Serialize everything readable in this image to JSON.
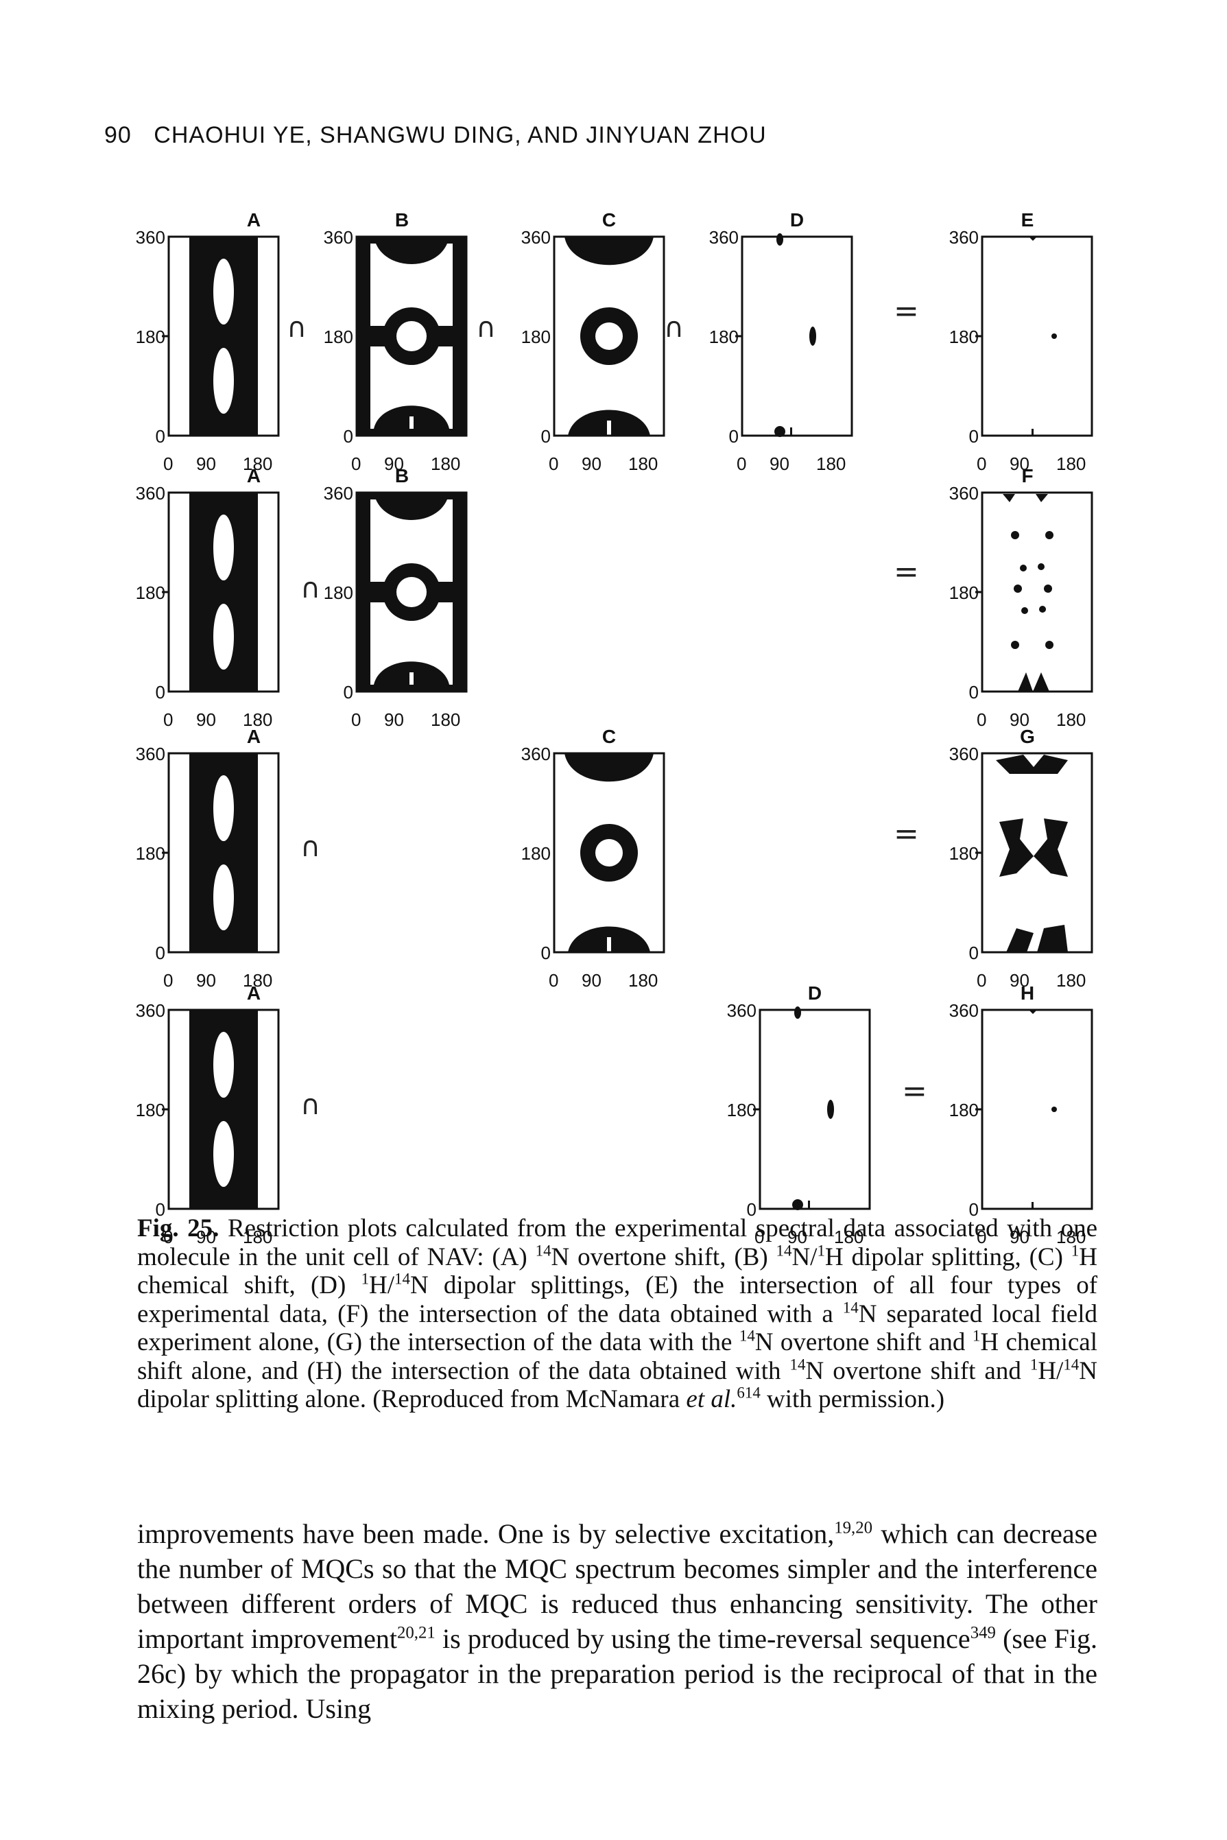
{
  "header": {
    "page_number": "90",
    "authors": "CHAOHUI YE, SHANGWU DING, AND JINYUAN ZHOU"
  },
  "axes": {
    "y_ticks": [
      "360",
      "180",
      "0"
    ],
    "x_ticks": [
      "0",
      "90",
      "180"
    ]
  },
  "panel_labels": {
    "A": "A",
    "B": "B",
    "C": "C",
    "D": "D",
    "E": "E",
    "F": "F",
    "G": "G",
    "H": "H"
  },
  "operators": {
    "intersection": "∩",
    "equals": "="
  },
  "caption": {
    "fig_label": "Fig. 25.",
    "text_1": " Restriction plots calculated from the experimental spectral data associated with one molecule in the unit cell of NAV: (A) ",
    "sup_14a": "14",
    "text_2": "N overtone shift, (B) ",
    "sup_14b": "14",
    "text_3": "N/",
    "sup_1a": "1",
    "text_4": "H dipolar splitting, (C) ",
    "sup_1b": "1",
    "text_5": "H chemical shift, (D) ",
    "sup_1c": "1",
    "text_6": "H/",
    "sup_14c": "14",
    "text_7": "N dipolar splittings, (E) the intersection of all four types of experimental data, (F) the intersection of the data obtained with a ",
    "sup_14d": "14",
    "text_8": "N separated local field experiment alone, (G) the intersection of the data with the ",
    "sup_14e": "14",
    "text_9": "N overtone shift and ",
    "sup_1d": "1",
    "text_10": "H chemical shift alone, and (H) the intersection of the data obtained with ",
    "sup_14f": "14",
    "text_11": "N overtone shift and ",
    "sup_1e": "1",
    "text_12": "H/",
    "sup_14g": "14",
    "text_13": "N dipolar splitting alone. (Reproduced from McNamara ",
    "etal": "et al.",
    "sup_ref": "614",
    "text_14": " with permission.)"
  },
  "body": {
    "t1": "improvements have been made. One is by selective excitation,",
    "r1": "19,20",
    "t2": " which can decrease the number of MQCs so that the MQC spectrum becomes simpler and the interference between different orders of MQC is reduced thus enhancing sensitivity. The other important improvement",
    "r2": "20,21",
    "t3": " is produced by using the time-reversal sequence",
    "r3": "349",
    "t4": " (see Fig. 26c) by which the propagator in the preparation period is the reciprocal of that in the mixing period. Using"
  }
}
